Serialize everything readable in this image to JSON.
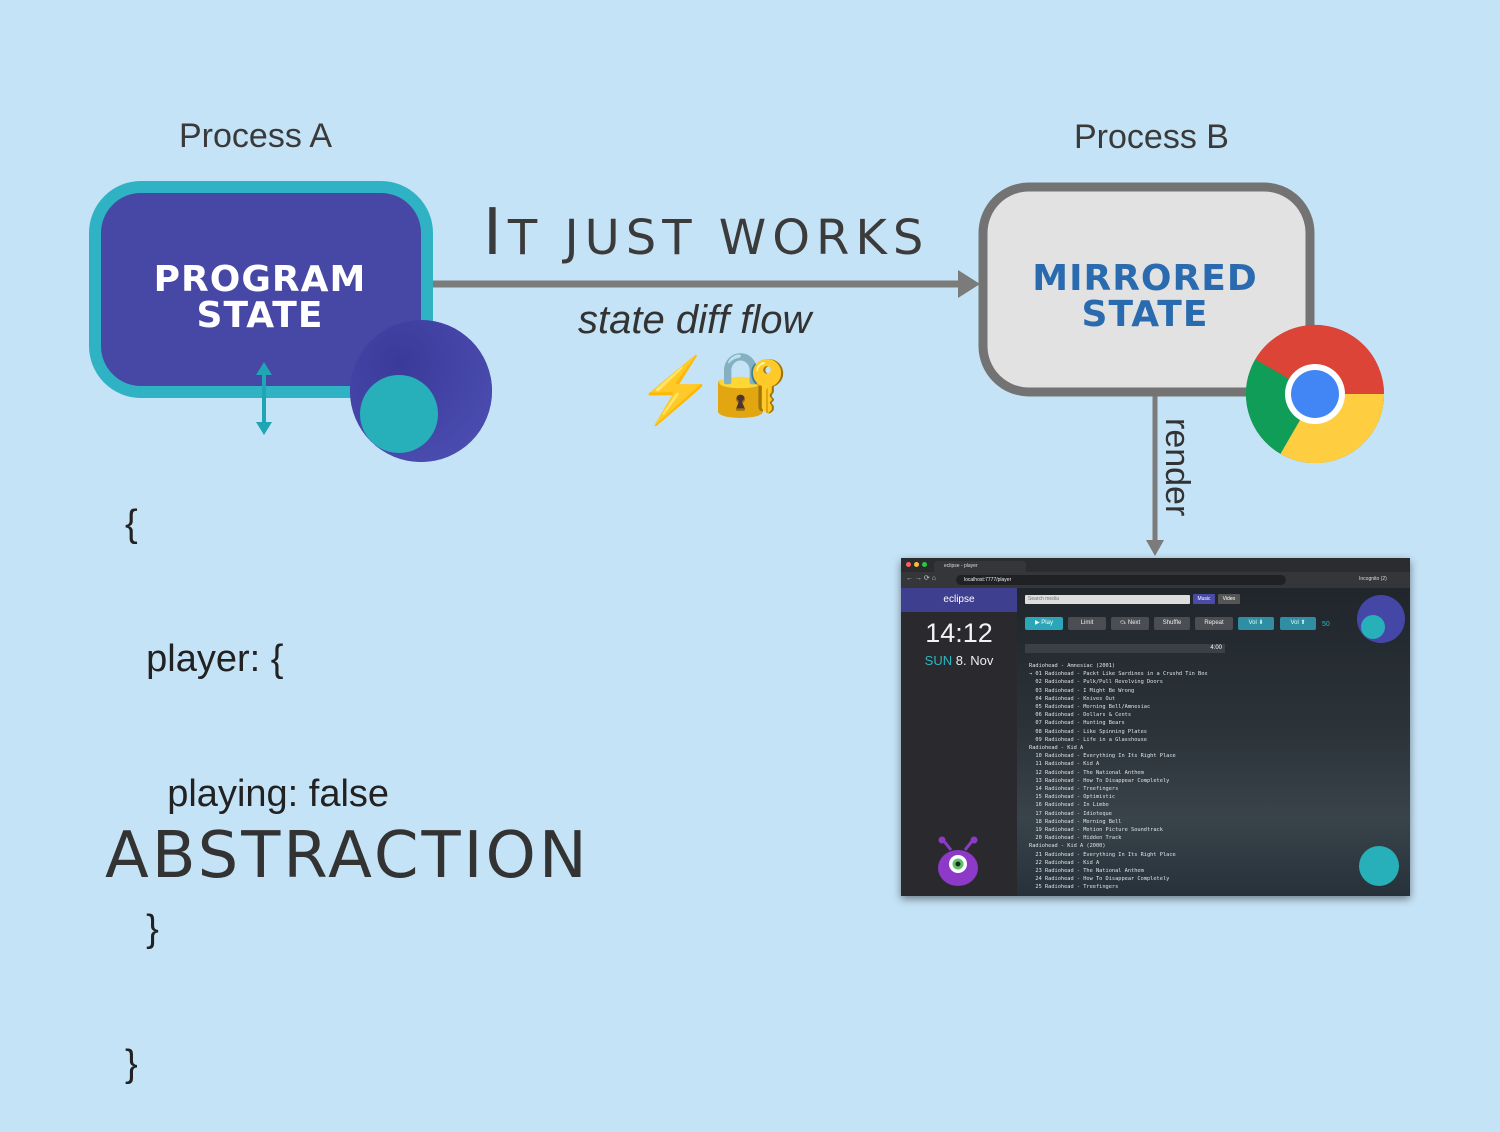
{
  "colors": {
    "background": "#c5e3f6",
    "program_state_fill": "#4747a6",
    "program_state_border": "#2fb3c4",
    "mirrored_state_fill": "#e2e2e2",
    "mirrored_state_border": "#737373",
    "mirrored_state_text": "#2a6bb0",
    "arrow": "#7b7b7b",
    "teal": "#2ab7c4"
  },
  "process_a": {
    "label": "Process A",
    "box_line1": "PROGRAM",
    "box_line2": "STATE",
    "code_lines": [
      "{",
      "  player: {",
      "    playing: false",
      "  }",
      "}"
    ]
  },
  "process_b": {
    "label": "Process B",
    "box_line1": "MIRRORED",
    "box_line2": "STATE",
    "render_label": "render"
  },
  "flow": {
    "headline_first": "I",
    "headline_rest": "T JUST WORKS",
    "subtitle": "state diff flow",
    "emoji_bolt": "⚡",
    "emoji_lock": "🔐"
  },
  "footer": {
    "title": "ABSTRACTION"
  },
  "icons": [
    "bolt-icon",
    "lock-key-icon",
    "chrome-icon",
    "eclipse-logo-icon",
    "alien-mascot-icon"
  ],
  "screenshot": {
    "tab_title": "eclipse - player",
    "url": "localhost:7777/player",
    "profile": "Incognito (2)",
    "app_name": "eclipse",
    "clock": "14:12",
    "day": "SUN",
    "date": "8. Nov",
    "search_placeholder": "Search media",
    "toggles": [
      "Music",
      "Video"
    ],
    "buttons": [
      "▶ Play",
      "Limit",
      "⤼ Next",
      "Shuffle",
      "Repeat",
      "Vol ⬇",
      "Vol ⬆"
    ],
    "volume": "50",
    "progress_time": "4:00",
    "playlist_text": "Radiohead - Amnesiac (2001)\n→ 01 Radiohead - Packt Like Sardines in a Crushd Tin Box\n  02 Radiohead - Pulk/Pull Revolving Doors\n  03 Radiohead - I Might Be Wrong\n  04 Radiohead - Knives Out\n  05 Radiohead - Morning Bell/Amnesiac\n  06 Radiohead - Dollars & Cents\n  07 Radiohead - Hunting Bears\n  08 Radiohead - Like Spinning Plates\n  09 Radiohead - Life in a Glasshouse\nRadiohead - Kid A\n  10 Radiohead - Everything In Its Right Place\n  11 Radiohead - Kid A\n  12 Radiohead - The National Anthem\n  13 Radiohead - How To Disappear Completely\n  14 Radiohead - Treefingers\n  15 Radiohead - Optimistic\n  16 Radiohead - In Limbo\n  17 Radiohead - Idioteque\n  18 Radiohead - Morning Bell\n  19 Radiohead - Motion Picture Soundtrack\n  20 Radiohead - Hidden Track\nRadiohead - Kid A (2000)\n  21 Radiohead - Everything In Its Right Place\n  22 Radiohead - Kid A\n  23 Radiohead - The National Anthem\n  24 Radiohead - How To Disappear Completely\n  25 Radiohead - Treefingers"
  }
}
